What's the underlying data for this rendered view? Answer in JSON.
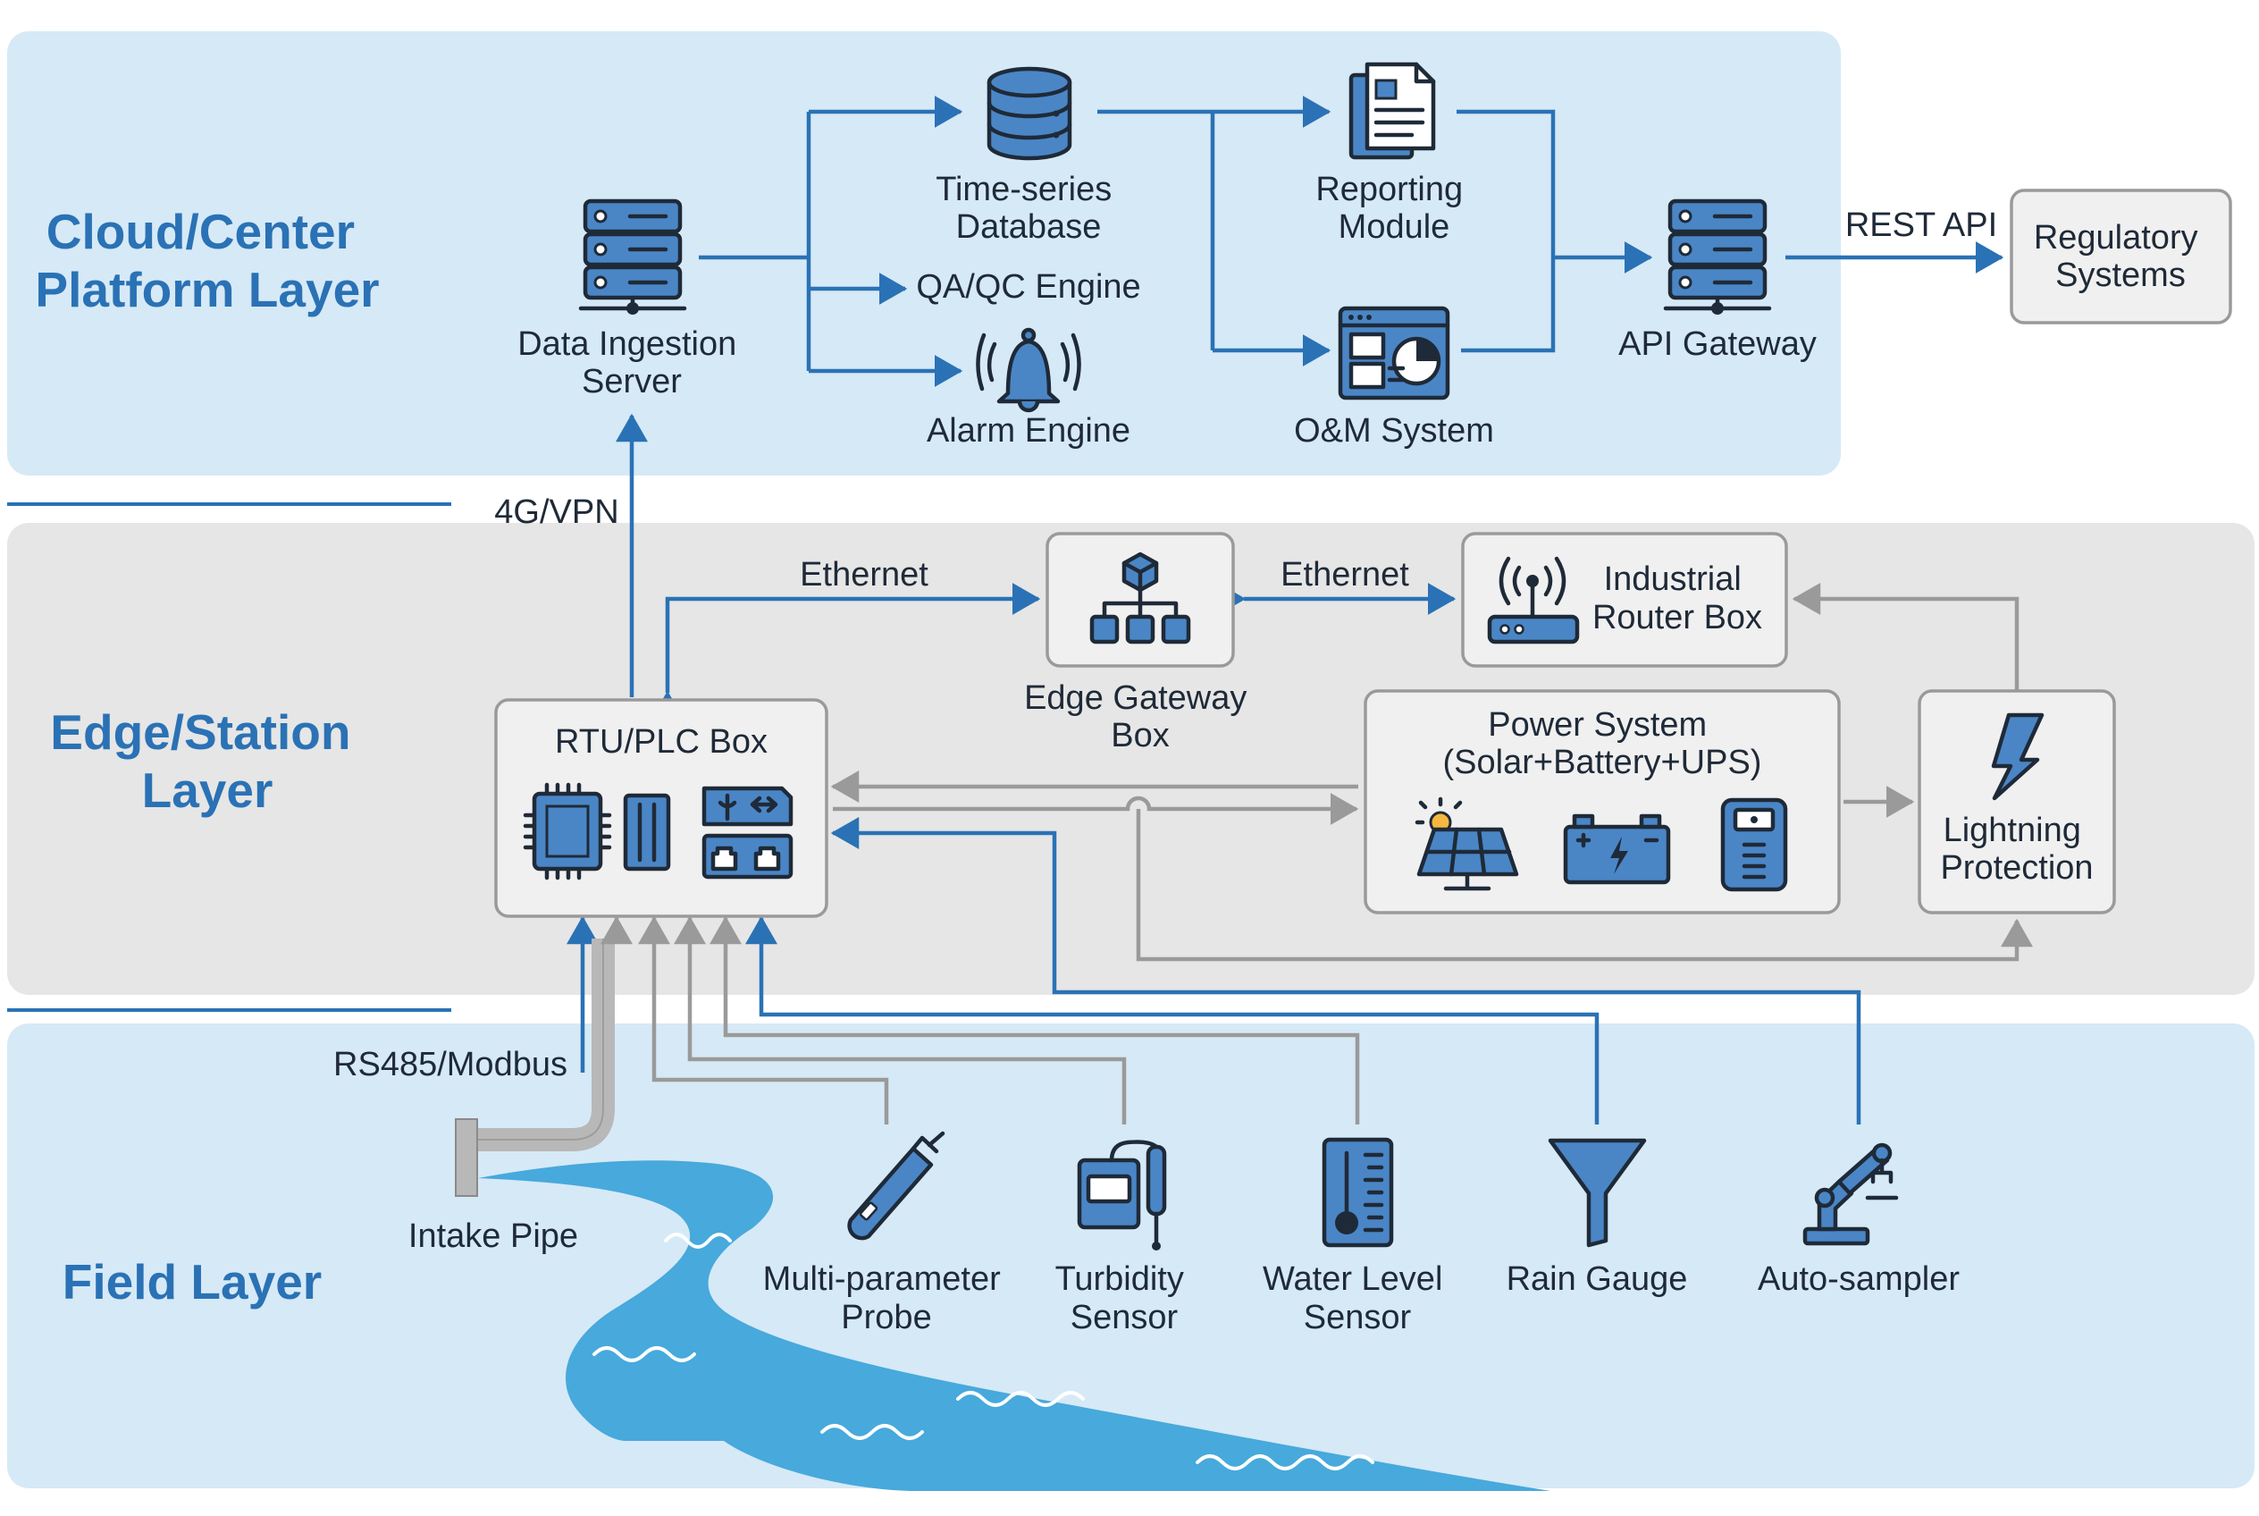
{
  "layers": {
    "cloud": [
      "Cloud/Center",
      "Platform Layer"
    ],
    "edge": [
      "Edge/Station",
      "Layer"
    ],
    "field": "Field Layer"
  },
  "nodes": {
    "data_ingestion": [
      "Data Ingestion",
      "Server"
    ],
    "timeseries_db": [
      "Time-series",
      "Database"
    ],
    "qaqc": "QA/QC Engine",
    "alarm": "Alarm Engine",
    "reporting": [
      "Reporting",
      "Module"
    ],
    "om_system": "O&M System",
    "api_gateway": "API Gateway",
    "regulatory": [
      "Regulatory",
      "Systems"
    ],
    "rtu_plc": "RTU/PLC Box",
    "edge_gateway": [
      "Edge Gateway",
      "Box"
    ],
    "industrial_router": [
      "Industrial",
      "Router Box"
    ],
    "power_system": [
      "Power System",
      "(Solar+Battery+UPS)"
    ],
    "lightning": [
      "Lightning",
      "Protection"
    ],
    "intake_pipe": "Intake Pipe",
    "probe": [
      "Multi-parameter",
      "Probe"
    ],
    "turbidity": [
      "Turbidity",
      "Sensor"
    ],
    "water_level": [
      "Water Level",
      "Sensor"
    ],
    "rain_gauge": "Rain Gauge",
    "autosampler": "Auto-sampler"
  },
  "edges": {
    "rest_api": "REST API",
    "vpn": "4G/VPN",
    "ethernet_1": "Ethernet",
    "ethernet_2": "Ethernet",
    "rs485": "RS485/Modbus"
  },
  "colors": {
    "cloud_band": "#d6e9f6",
    "edge_band": "#e6e6e6",
    "field_band": "#d6e9f6",
    "river": "#47a9dc",
    "accent": "#2a72b5",
    "icon_fill": "#4a86c6",
    "connector_grey": "#9a9a9a"
  }
}
